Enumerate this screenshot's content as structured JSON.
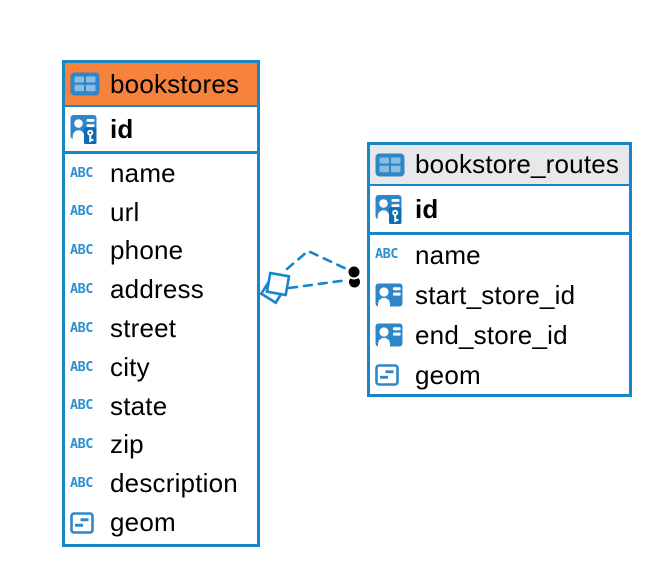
{
  "diagram": {
    "tool": "entity-relationship-diagram",
    "tables": [
      {
        "title": "bookstores",
        "header_color": "#f6823e",
        "primary_key": {
          "name": "id",
          "icon": "person-key-icon"
        },
        "columns": [
          {
            "name": "name",
            "icon": "text-type-icon"
          },
          {
            "name": "url",
            "icon": "text-type-icon"
          },
          {
            "name": "phone",
            "icon": "text-type-icon"
          },
          {
            "name": "address",
            "icon": "text-type-icon"
          },
          {
            "name": "street",
            "icon": "text-type-icon"
          },
          {
            "name": "city",
            "icon": "text-type-icon"
          },
          {
            "name": "state",
            "icon": "text-type-icon"
          },
          {
            "name": "zip",
            "icon": "text-type-icon"
          },
          {
            "name": "description",
            "icon": "text-type-icon"
          },
          {
            "name": "geom",
            "icon": "geometry-icon"
          }
        ]
      },
      {
        "title": "bookstore_routes",
        "header_color": "#e8e8e8",
        "primary_key": {
          "name": "id",
          "icon": "person-key-icon"
        },
        "columns": [
          {
            "name": "name",
            "icon": "text-type-icon"
          },
          {
            "name": "start_store_id",
            "icon": "person-ref-icon"
          },
          {
            "name": "end_store_id",
            "icon": "person-ref-icon"
          },
          {
            "name": "geom",
            "icon": "geometry-icon"
          }
        ]
      }
    ],
    "relationship": {
      "style": "dashed",
      "from_table": "bookstores",
      "to_table": "bookstore_routes",
      "line_count": 2,
      "source_marker": "overlapping-hollow-squares",
      "target_marker": "overlapping-filled-dots"
    },
    "icons": {
      "text_type_label": "ABC"
    },
    "colors": {
      "accent_blue": "#1787c9",
      "icon_blue": "#2e87c8",
      "key_badge_blue": "#0f6cb3",
      "bookstores_header": "#f6823e",
      "routes_header": "#e8e8e8",
      "text": "#000000",
      "endpoint_dot": "#000000"
    }
  }
}
